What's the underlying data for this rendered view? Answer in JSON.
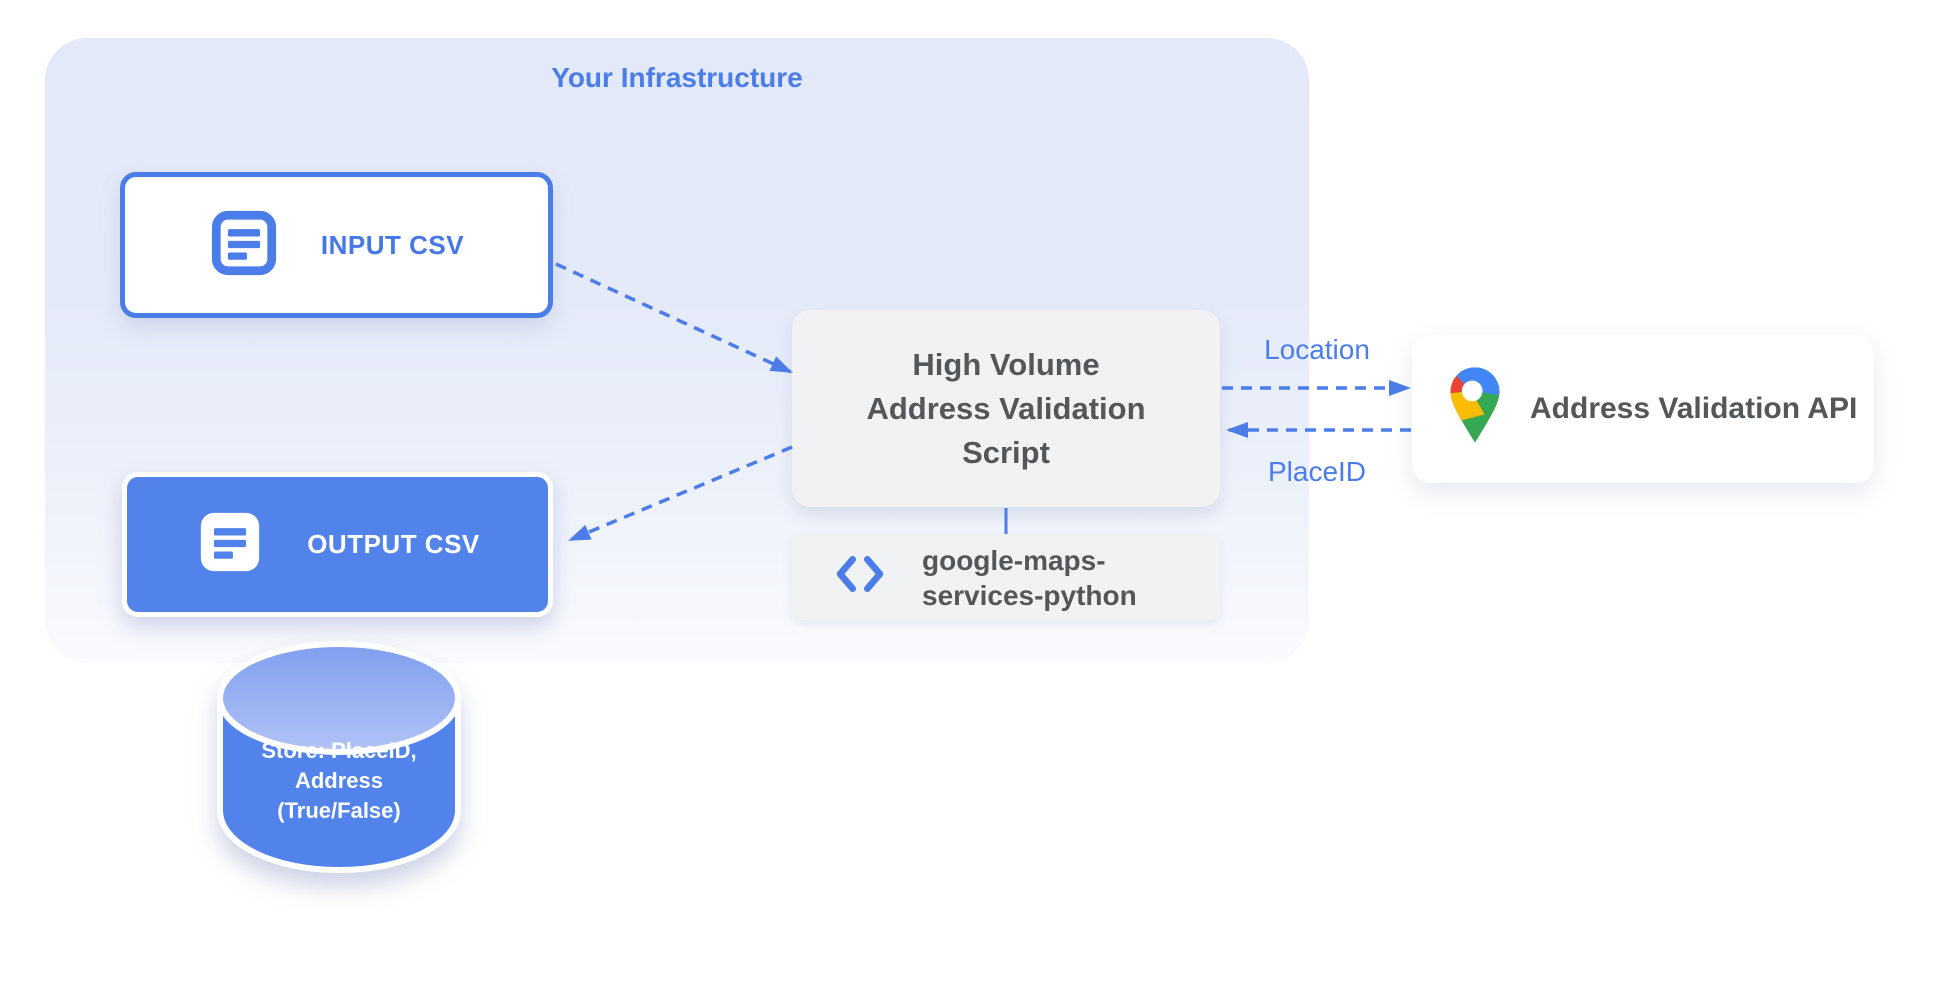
{
  "infrastructure": {
    "title": "Your Infrastructure"
  },
  "nodes": {
    "input_csv": {
      "label": "INPUT CSV"
    },
    "output_csv": {
      "label": "OUTPUT CSV"
    },
    "datastore": {
      "lines": [
        "Store: PlaceID,",
        "Address",
        "(True/False)"
      ]
    },
    "script": {
      "lines": [
        "High Volume",
        "Address Validation",
        "Script"
      ]
    },
    "library": {
      "lines": [
        "google-maps-",
        "services-python"
      ]
    },
    "api": {
      "label": "Address Validation API"
    }
  },
  "edges": {
    "location": {
      "label": "Location"
    },
    "placeid": {
      "label": "PlaceID"
    }
  },
  "icons": {
    "input_csv": "document-icon",
    "output_csv": "document-icon",
    "library": "code-icon",
    "api": "maps-pin-icon",
    "datastore": "database-cylinder"
  },
  "colors": {
    "blue": "#4b7de8",
    "node_blue": "#5283eb",
    "cylinder_top_light": "#b2c3f6",
    "cylinder_top_dark": "#7f9fee",
    "infra_bg": "#e4e9f8",
    "gray_box": "#f1f2f3",
    "dark_text": "#54575a",
    "maps_blue": "#4285f4",
    "maps_red": "#ea4335",
    "maps_yellow": "#fbbc04",
    "maps_green": "#34a853"
  }
}
